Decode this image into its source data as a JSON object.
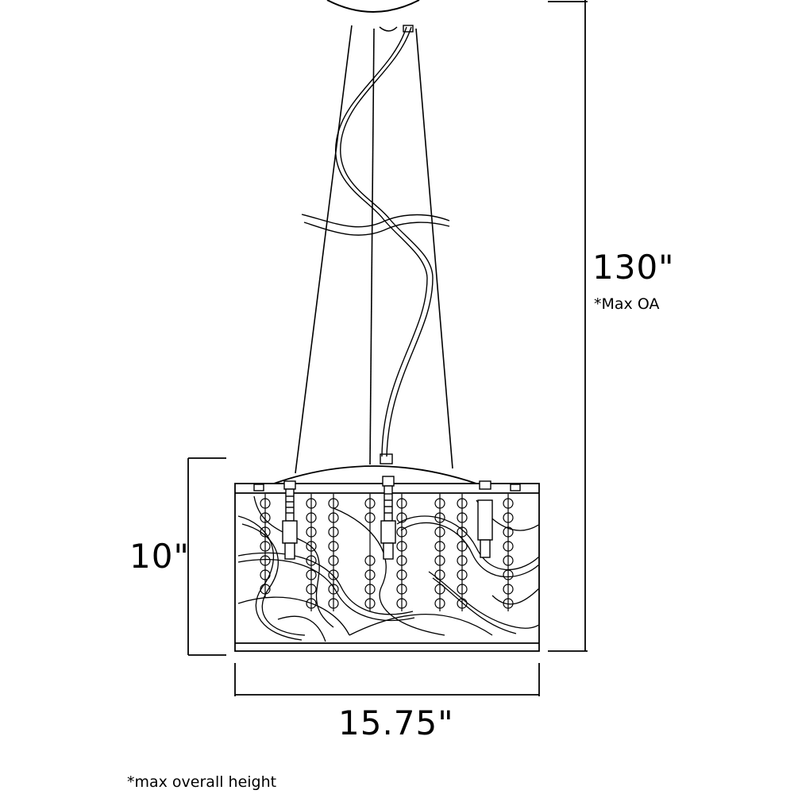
{
  "dimensions": {
    "overall_height": "130\"",
    "overall_height_note": "*Max OA",
    "body_height": "10\"",
    "width": "15.75\""
  },
  "footnote": "*max overall height",
  "colors": {
    "line": "#000000",
    "background": "#ffffff"
  }
}
